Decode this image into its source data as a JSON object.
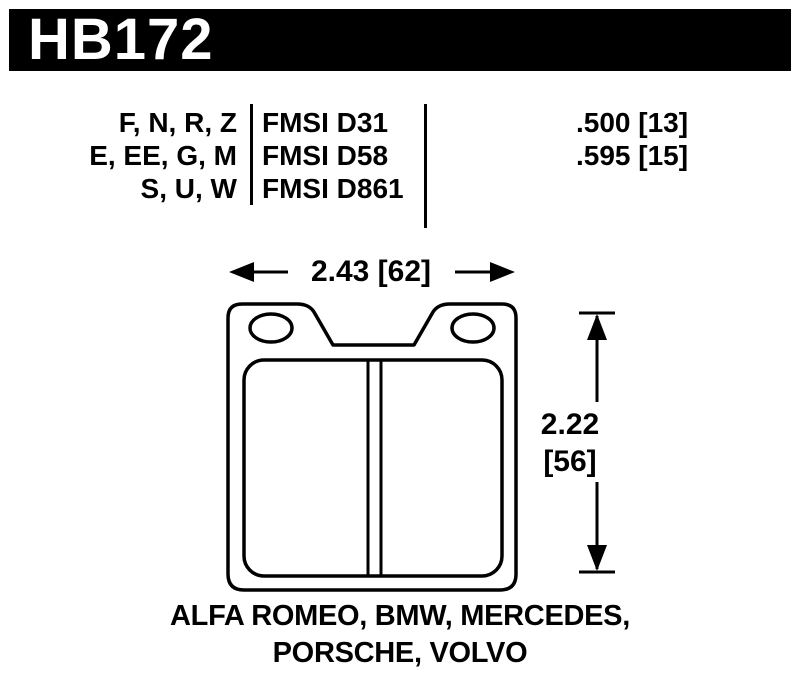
{
  "header": {
    "part_number": "HB172",
    "bar_color": "#000000"
  },
  "spec_table": {
    "rows": [
      {
        "compounds": "F, N, R, Z",
        "fmsi": "FMSI D31",
        "thickness": ".500 [13]"
      },
      {
        "compounds": "E, EE, G, M",
        "fmsi": "FMSI D58",
        "thickness": ".595 [15]"
      },
      {
        "compounds": "S, U, W",
        "fmsi": "FMSI D861",
        "thickness": ""
      }
    ]
  },
  "dimensions": {
    "width_label": "2.43 [62]",
    "height_label_primary": "2.22",
    "height_label_secondary": "[56]"
  },
  "applications": {
    "line1": "ALFA ROMEO, BMW, MERCEDES,",
    "line2": "PORSCHE, VOLVO"
  },
  "colors": {
    "ink": "#000000",
    "background": "#ffffff"
  }
}
